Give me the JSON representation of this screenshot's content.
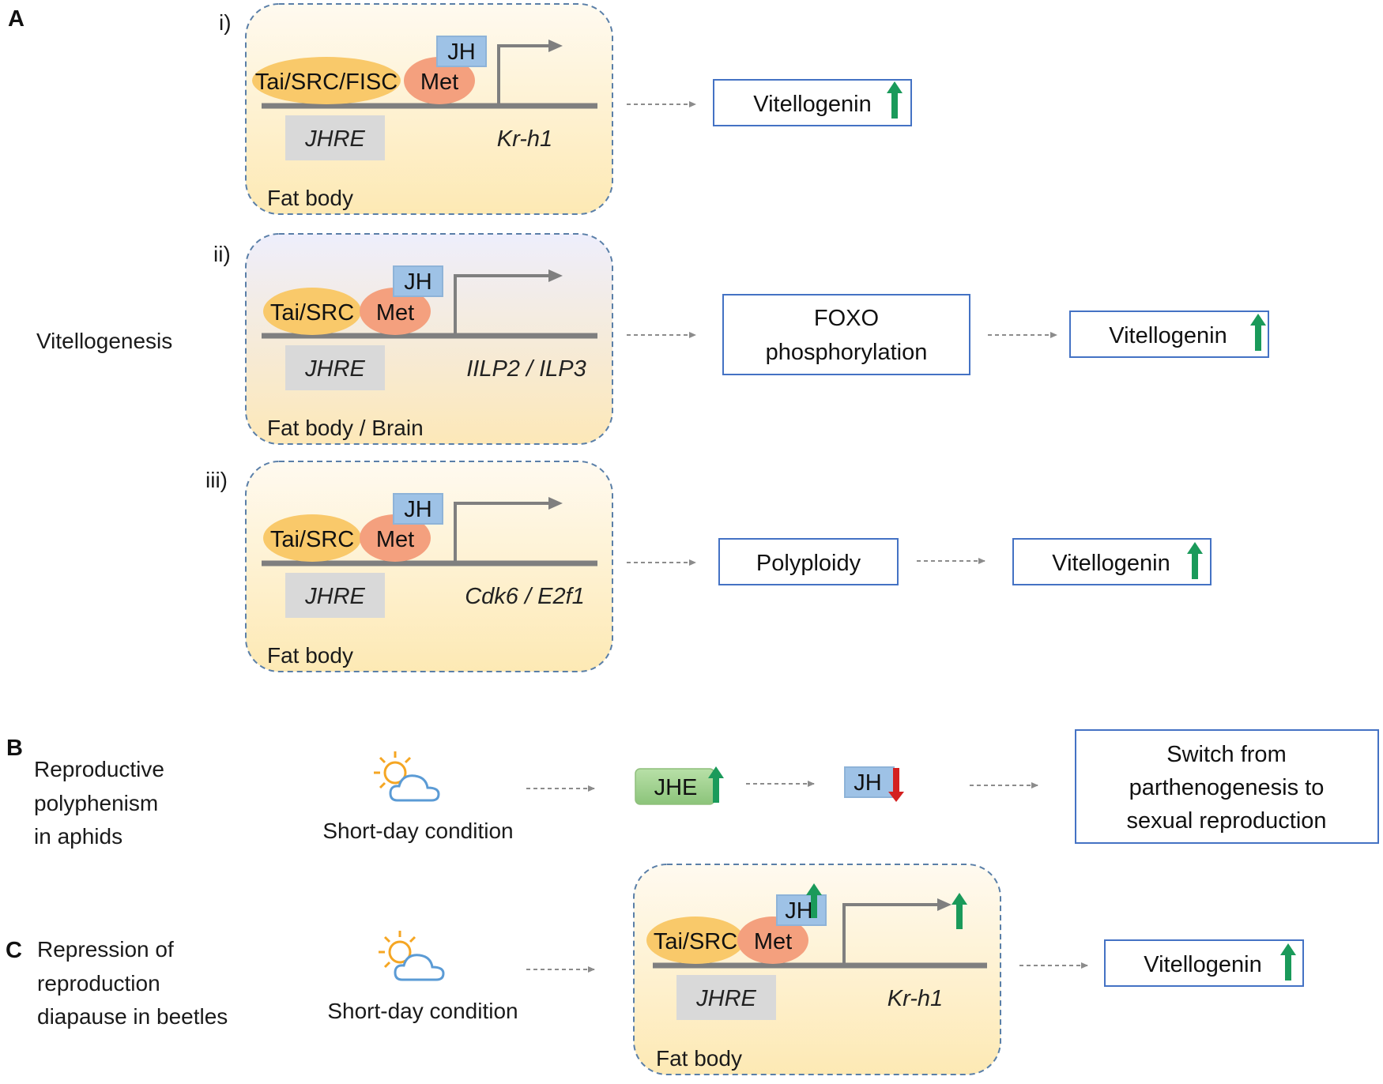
{
  "panels": {
    "A": {
      "letter": "A",
      "process": "Vitellogenesis",
      "rows": [
        {
          "roman": "i)",
          "coactivator": "Tai/SRC/FISC",
          "receptor": "Met",
          "hormone": "JH",
          "element": "JHRE",
          "gene": "Kr-h1",
          "tissue": "Fat body",
          "outputs": [
            "Vitellogenin"
          ]
        },
        {
          "roman": "ii)",
          "coactivator": "Tai/SRC",
          "receptor": "Met",
          "hormone": "JH",
          "element": "JHRE",
          "gene": "IILP2 / ILP3",
          "tissue": "Fat body / Brain",
          "outputs": [
            "FOXO",
            "phosphorylation",
            "Vitellogenin"
          ]
        },
        {
          "roman": "iii)",
          "coactivator": "Tai/SRC",
          "receptor": "Met",
          "hormone": "JH",
          "element": "JHRE",
          "gene": "Cdk6 / E2f1",
          "tissue": "Fat body",
          "outputs": [
            "Polyploidy",
            "Vitellogenin"
          ]
        }
      ]
    },
    "B": {
      "letter": "B",
      "process_lines": [
        "Reproductive",
        "polyphenism",
        "in aphids"
      ],
      "condition": "Short-day condition",
      "enzyme": "JHE",
      "hormone": "JH",
      "outcome_lines": [
        "Switch from",
        "parthenogenesis to",
        "sexual reproduction"
      ]
    },
    "C": {
      "letter": "C",
      "process_lines": [
        "Repression of",
        "reproduction",
        "diapause in beetles"
      ],
      "condition": "Short-day condition",
      "coactivator": "Tai/SRC",
      "receptor": "Met",
      "hormone": "JH",
      "element": "JHRE",
      "gene": "Kr-h1",
      "tissue": "Fat body",
      "output": "Vitellogenin"
    }
  },
  "colors": {
    "up_arrow": "#1a9a5a",
    "down_arrow": "#d42020",
    "box_border": "#4472c4",
    "panel_border": "#5a7fa8",
    "coactivator_fill": "#f9c96a",
    "receptor_fill": "#f4a07e",
    "hormone_fill": "#9ec2e6",
    "enzyme_fill": "#9fd08a",
    "element_fill": "#d9d9d9",
    "dna_line": "#7f7f7f"
  }
}
